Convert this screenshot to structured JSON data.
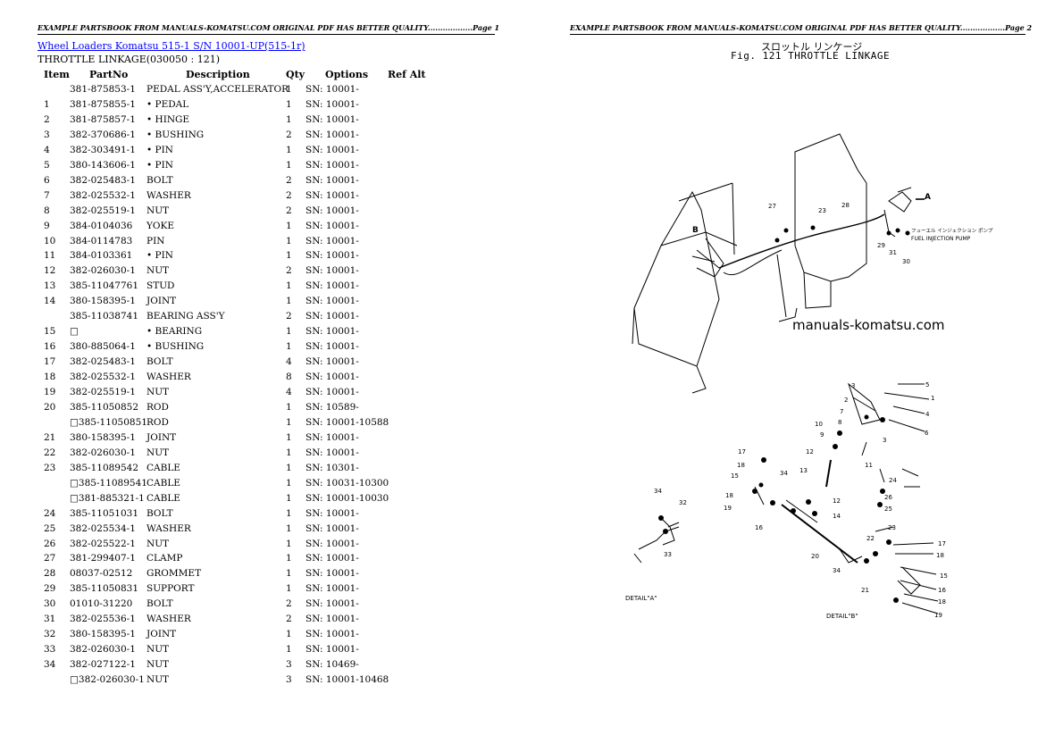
{
  "header": {
    "page1": "EXAMPLE PARTSBOOK FROM MANUALS-KOMATSU.COM ORIGINAL PDF HAS BETTER QUALITY..................Page 1",
    "page2": "EXAMPLE PARTSBOOK FROM MANUALS-KOMATSU.COM ORIGINAL PDF HAS BETTER QUALITY..................Page 2"
  },
  "title_link": "Wheel Loaders Komatsu  515-1 S/N  10001-UP(515-1r)",
  "section": "THROTTLE LINKAGE(030050 : 121)",
  "columns": [
    "Item",
    "PartNo",
    "Description",
    "Qty",
    "Options",
    "Ref Alt"
  ],
  "rows": [
    [
      "",
      "381-875853-1",
      "PEDAL ASS'Y,ACCELERATOR",
      "1",
      "SN: 10001-"
    ],
    [
      "1",
      "381-875855-1",
      "• PEDAL",
      "1",
      "SN: 10001-"
    ],
    [
      "2",
      "381-875857-1",
      "• HINGE",
      "1",
      "SN: 10001-"
    ],
    [
      "3",
      "382-370686-1",
      "• BUSHING",
      "2",
      "SN: 10001-"
    ],
    [
      "4",
      "382-303491-1",
      "• PIN",
      "1",
      "SN: 10001-"
    ],
    [
      "5",
      "380-143606-1",
      "• PIN",
      "1",
      "SN: 10001-"
    ],
    [
      "6",
      "382-025483-1",
      "BOLT",
      "2",
      "SN: 10001-"
    ],
    [
      "7",
      "382-025532-1",
      "WASHER",
      "2",
      "SN: 10001-"
    ],
    [
      "8",
      "382-025519-1",
      "NUT",
      "2",
      "SN: 10001-"
    ],
    [
      "9",
      "384-0104036",
      "YOKE",
      "1",
      "SN: 10001-"
    ],
    [
      "10",
      "384-0114783",
      "PIN",
      "1",
      "SN: 10001-"
    ],
    [
      "11",
      "384-0103361",
      "• PIN",
      "1",
      "SN: 10001-"
    ],
    [
      "12",
      "382-026030-1",
      "NUT",
      "2",
      "SN: 10001-"
    ],
    [
      "13",
      "385-11047761",
      "STUD",
      "1",
      "SN: 10001-"
    ],
    [
      "14",
      "380-158395-1",
      "JOINT",
      "1",
      "SN: 10001-"
    ],
    [
      "",
      "385-11038741",
      "BEARING ASS'Y",
      "2",
      "SN: 10001-"
    ],
    [
      "15",
      "□",
      "• BEARING",
      "1",
      "SN: 10001-"
    ],
    [
      "16",
      "380-885064-1",
      "• BUSHING",
      "1",
      "SN: 10001-"
    ],
    [
      "17",
      "382-025483-1",
      "BOLT",
      "4",
      "SN: 10001-"
    ],
    [
      "18",
      "382-025532-1",
      "WASHER",
      "8",
      "SN: 10001-"
    ],
    [
      "19",
      "382-025519-1",
      "NUT",
      "4",
      "SN: 10001-"
    ],
    [
      "20",
      "385-11050852",
      "ROD",
      "1",
      "SN: 10589-"
    ],
    [
      "",
      "□385-11050851",
      "ROD",
      "1",
      "SN: 10001-10588"
    ],
    [
      "21",
      "380-158395-1",
      "JOINT",
      "1",
      "SN: 10001-"
    ],
    [
      "22",
      "382-026030-1",
      "NUT",
      "1",
      "SN: 10001-"
    ],
    [
      "23",
      "385-11089542",
      "CABLE",
      "1",
      "SN: 10301-"
    ],
    [
      "",
      "□385-11089541",
      "CABLE",
      "1",
      "SN: 10031-10300"
    ],
    [
      "",
      "□381-885321-1",
      "CABLE",
      "1",
      "SN: 10001-10030"
    ],
    [
      "24",
      "385-11051031",
      "BOLT",
      "1",
      "SN: 10001-"
    ],
    [
      "25",
      "382-025534-1",
      "WASHER",
      "1",
      "SN: 10001-"
    ],
    [
      "26",
      "382-025522-1",
      "NUT",
      "1",
      "SN: 10001-"
    ],
    [
      "27",
      "381-299407-1",
      "CLAMP",
      "1",
      "SN: 10001-"
    ],
    [
      "28",
      "08037-02512",
      "GROMMET",
      "1",
      "SN: 10001-"
    ],
    [
      "29",
      "385-11050831",
      "SUPPORT",
      "1",
      "SN: 10001-"
    ],
    [
      "30",
      "01010-31220",
      "BOLT",
      "2",
      "SN: 10001-"
    ],
    [
      "31",
      "382-025536-1",
      "WASHER",
      "2",
      "SN: 10001-"
    ],
    [
      "32",
      "380-158395-1",
      "JOINT",
      "1",
      "SN: 10001-"
    ],
    [
      "33",
      "382-026030-1",
      "NUT",
      "1",
      "SN: 10001-"
    ],
    [
      "34",
      "382-027122-1",
      "NUT",
      "3",
      "SN: 10469-"
    ],
    [
      "",
      "□382-026030-1",
      "NUT",
      "3",
      "SN: 10001-10468"
    ]
  ],
  "figure": {
    "title_jp": "スロットル リンケージ",
    "title": "Fig. 121  THROTTLE  LINKAGE",
    "watermark": "manuals-komatsu.com",
    "labels": {
      "fuel_pump_jp": "フューエル インジェクション ポンプ",
      "fuel_pump": "FUEL INJECTION PUMP",
      "detail_a": "DETAIL\"A\"",
      "detail_b": "DETAIL\"B\"",
      "view_a": "A",
      "view_b": "B"
    }
  }
}
